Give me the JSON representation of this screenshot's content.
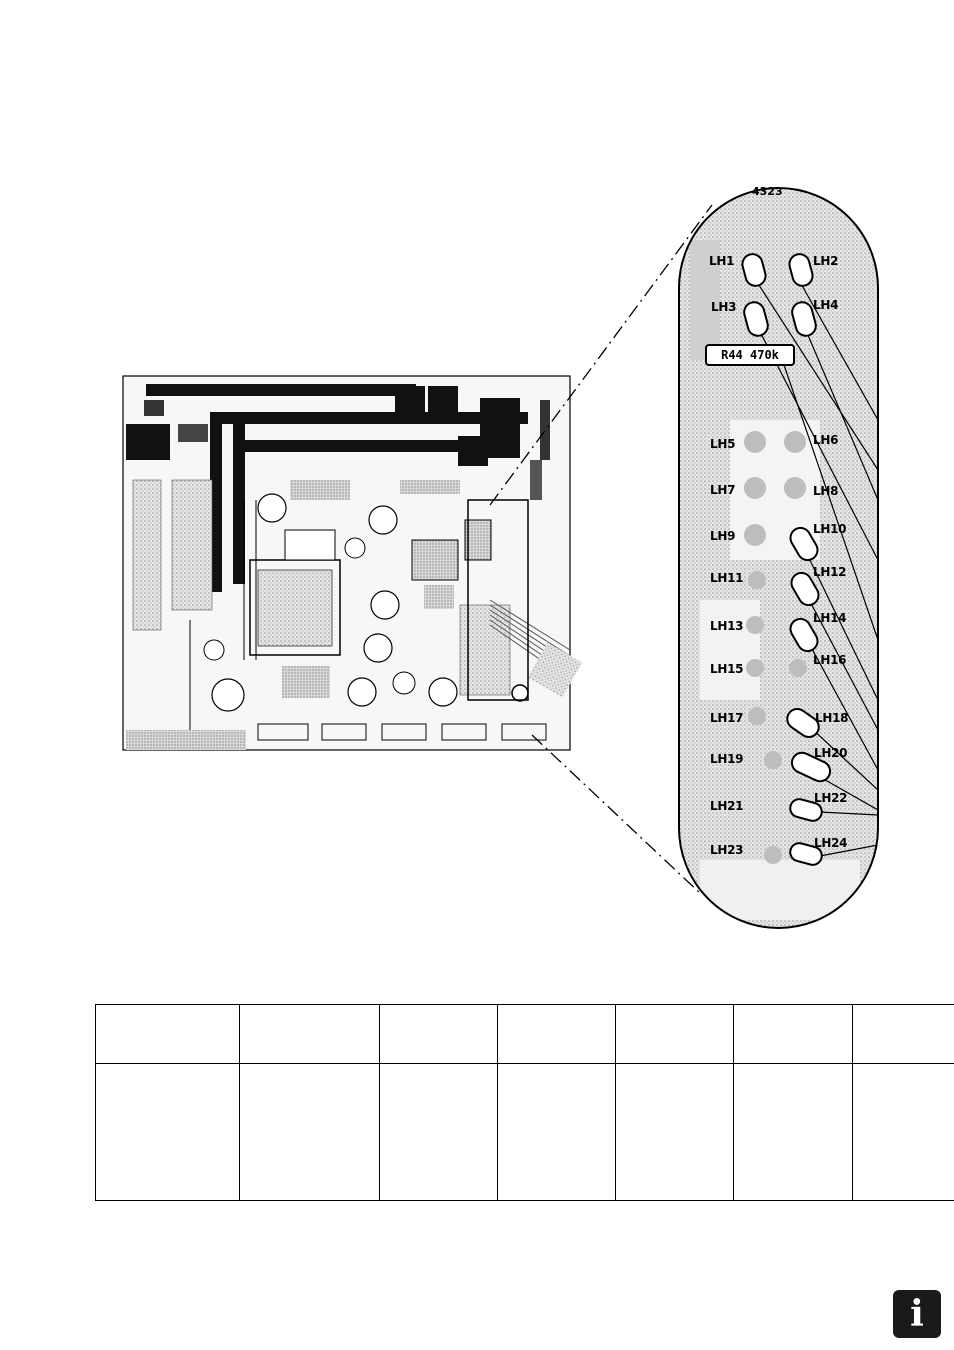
{
  "figure": {
    "part_number": "4323",
    "resistor_label": "R44 470k",
    "jumper_labels": [
      "LH1",
      "LH2",
      "LH3",
      "LH4",
      "LH5",
      "LH6",
      "LH7",
      "LH8",
      "LH9",
      "LH10",
      "LH11",
      "LH12",
      "LH13",
      "LH14",
      "LH15",
      "LH16",
      "LH17",
      "LH18",
      "LH19",
      "LH20",
      "LH21",
      "LH22",
      "LH23",
      "LH24"
    ]
  },
  "table": {
    "header": [
      "",
      "",
      "",
      "",
      "",
      "",
      ""
    ],
    "row": [
      "",
      "",
      "",
      "",
      "",
      "",
      ""
    ]
  },
  "info_icon": {
    "name": "info-icon",
    "glyph": "i"
  }
}
